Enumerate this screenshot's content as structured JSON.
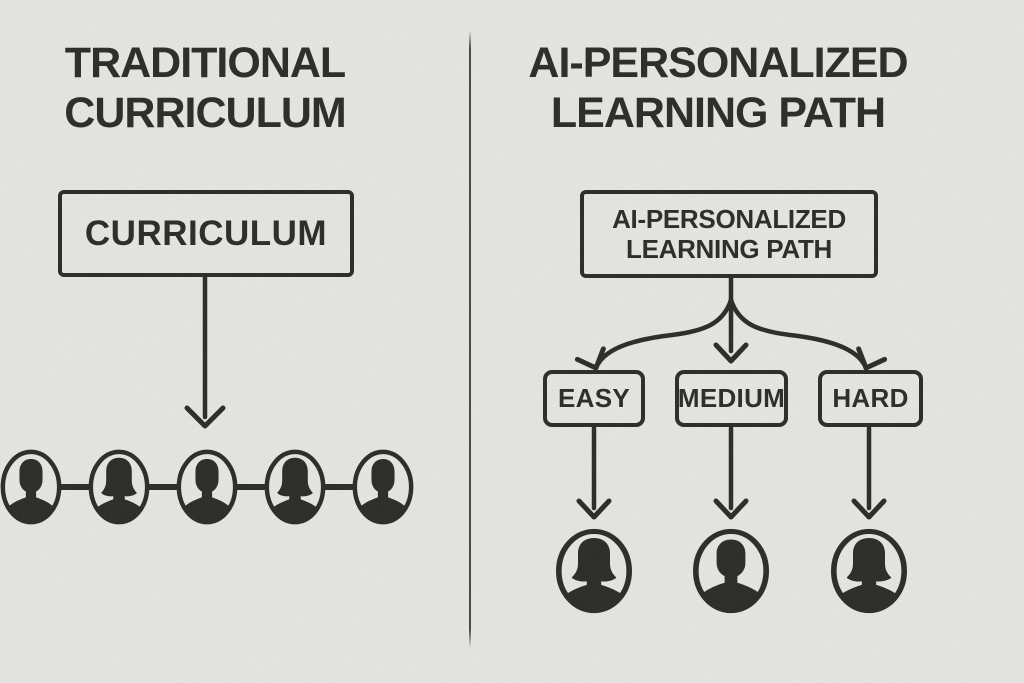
{
  "colors": {
    "background": "#eae9e5",
    "ink": "#2b2b28"
  },
  "left_panel": {
    "title_line1": "TRADITIONAL",
    "title_line2": "CURRICULUM",
    "box_label": "CURRICULUM",
    "students": [
      "man",
      "woman",
      "man",
      "woman",
      "man"
    ]
  },
  "right_panel": {
    "title_line1": "AI-PERSONALIZED",
    "title_line2": "LEARNING PATH",
    "box_line1": "AI-PERSONALIZED",
    "box_line2": "LEARNING PATH",
    "levels": [
      {
        "label": "EASY"
      },
      {
        "label": "MEDIUM"
      },
      {
        "label": "HARD"
      }
    ],
    "students": [
      "woman",
      "man",
      "woman"
    ]
  }
}
